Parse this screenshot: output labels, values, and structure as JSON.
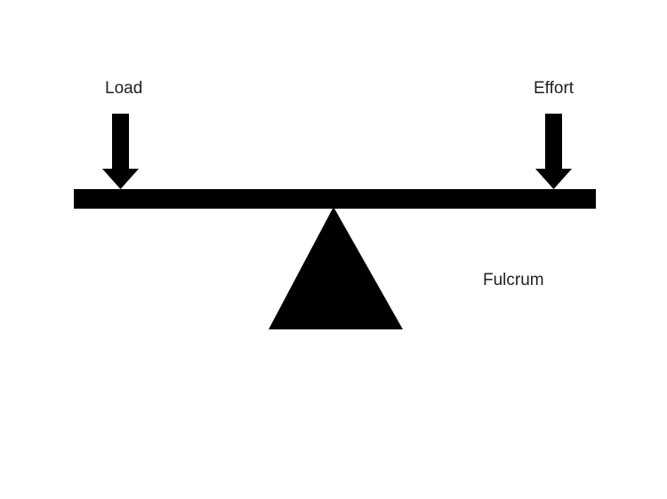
{
  "labels": {
    "load": "Load",
    "effort": "Effort",
    "fulcrum": "Fulcrum"
  },
  "colors": {
    "shape": "#000000",
    "text": "#1f1f1f",
    "background": "#ffffff"
  }
}
